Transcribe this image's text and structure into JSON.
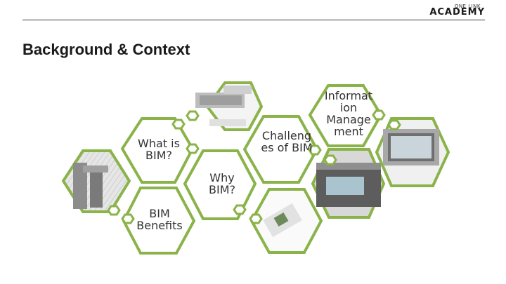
{
  "header": {
    "logo_small": "ONE LINK",
    "logo_main": "ACADEMY"
  },
  "slide": {
    "title": "Background & Context"
  },
  "hexagons": {
    "what_is_bim": "What is BIM?",
    "why_bim": "Why BIM?",
    "bim_benefits": "BIM Benefits",
    "challenges": "Challeng es of BIM",
    "information_management": "Informat ion Manage ment"
  },
  "colors": {
    "hex_border": "#8ab34a",
    "hex_fill": "#ffffff",
    "node_fill": "#ffffff"
  }
}
